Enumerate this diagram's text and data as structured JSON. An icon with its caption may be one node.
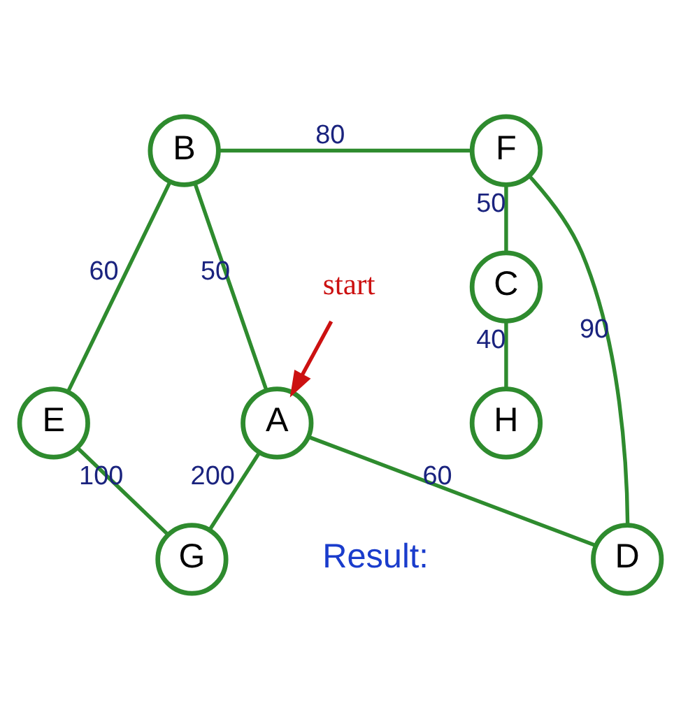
{
  "diagram": {
    "nodes": [
      {
        "text": [
          "B"
        ]
      },
      {
        "text": [
          "F"
        ]
      },
      {
        "text": [
          "C"
        ]
      },
      {
        "text": [
          "start"
        ]
      },
      {
        "text": [
          "A"
        ]
      },
      {
        "text": [
          "H"
        ]
      },
      {
        "text": [
          "D"
        ]
      },
      {
        "text": [
          "E"
        ]
      },
      {
        "text": [
          "G"
        ]
      }
    ],
    "edges": [
      {
        "from": 0,
        "to": 1,
        "arrow": "none",
        "label": "80"
      },
      {
        "from": 1,
        "to": 2,
        "arrow": "none",
        "label": "50"
      },
      {
        "from": 0,
        "to": 4,
        "arrow": "none",
        "label": "50"
      },
      {
        "from": 1,
        "to": 6,
        "arrow": "none",
        "label": "90"
      },
      {
        "from": 2,
        "to": 5,
        "arrow": "none",
        "label": "40"
      },
      {
        "from": 0,
        "to": 7,
        "arrow": "none",
        "label": "60"
      },
      {
        "from": 4,
        "to": 6,
        "arrow": "none",
        "label": "60"
      },
      {
        "from": 4,
        "to": 8,
        "arrow": "none",
        "label": "200"
      },
      {
        "from": 7,
        "to": 8,
        "arrow": "none",
        "label": "100"
      },
      {
        "from": 3,
        "to": 4,
        "arrow": "to",
        "color": "#cc1111"
      }
    ],
    "labels": [
      "Result:"
    ]
  }
}
